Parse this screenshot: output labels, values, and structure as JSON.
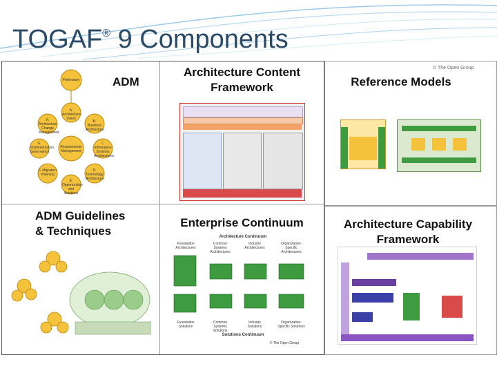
{
  "slide": {
    "title": "TOGAF",
    "title_mark": "®",
    "title_rest": "9 Components"
  },
  "panels": {
    "adm": {
      "title": "ADM",
      "center": "Requirements Management",
      "prelim": "Preliminary",
      "phases": [
        "A. Architecture Vision",
        "B. Business Architecture",
        "C. Information Systems Architectures",
        "D. Technology Architecture",
        "E. Opportunities and Solutions",
        "F. Migration Planning",
        "G. Implementation Governance",
        "H. Architecture Change Management"
      ]
    },
    "acf": {
      "title_line1": "Architecture Content",
      "title_line2": "Framework"
    },
    "ref": {
      "title": "Reference Models",
      "copyright": "© The Open Group"
    },
    "guide": {
      "title_line1": "ADM  Guidelines",
      "title_line2": "& Techniques"
    },
    "ec": {
      "title": "Enterprise Continuum",
      "arch_continuum": "Architecture Continuum",
      "solutions_continuum": "Solutions Continuum",
      "top_labels": [
        "Foundation Architectures",
        "Common Systems Architectures",
        "Industry Architectures",
        "Organization-Specific Architectures"
      ],
      "bottom_labels": [
        "Foundation Solutions",
        "Common Systems Solutions",
        "Industry Solutions",
        "Organization-Specific Solutions"
      ],
      "copyright": "© The Open Group"
    },
    "acap": {
      "title_line1": "Architecture Capability",
      "title_line2": "Framework"
    }
  }
}
